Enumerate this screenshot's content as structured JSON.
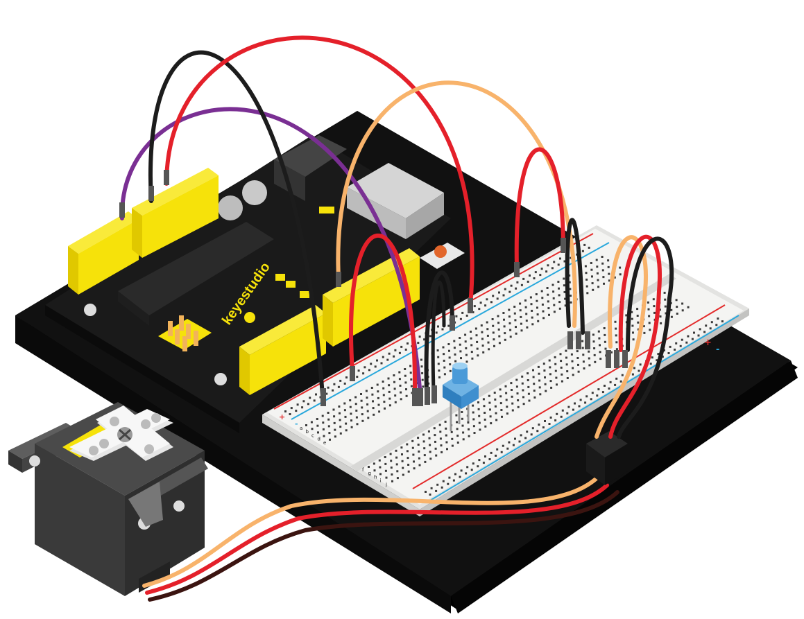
{
  "board": {
    "brand_label": "keyestudio"
  },
  "breadboard": {
    "plus_label": "+",
    "minus_label": "-",
    "row_letters_left": [
      "a",
      "b",
      "c",
      "d",
      "e"
    ],
    "row_letters_right": [
      "f",
      "g",
      "h",
      "i",
      "j"
    ]
  },
  "colors": {
    "base": "#111111",
    "board": "#111111",
    "header": "#f6e20a",
    "breadboard": "#f4f4f2",
    "rail_red": "#e32b2b",
    "rail_blue": "#29a8dc",
    "wire_black": "#1c1c1c",
    "wire_red": "#e4202a",
    "wire_purple": "#7a2f93",
    "wire_orange": "#f8b36b",
    "servo": "#3c3c3c",
    "servo_horn": "#f3f3f3",
    "potentiometer": "#3f8fcf"
  }
}
